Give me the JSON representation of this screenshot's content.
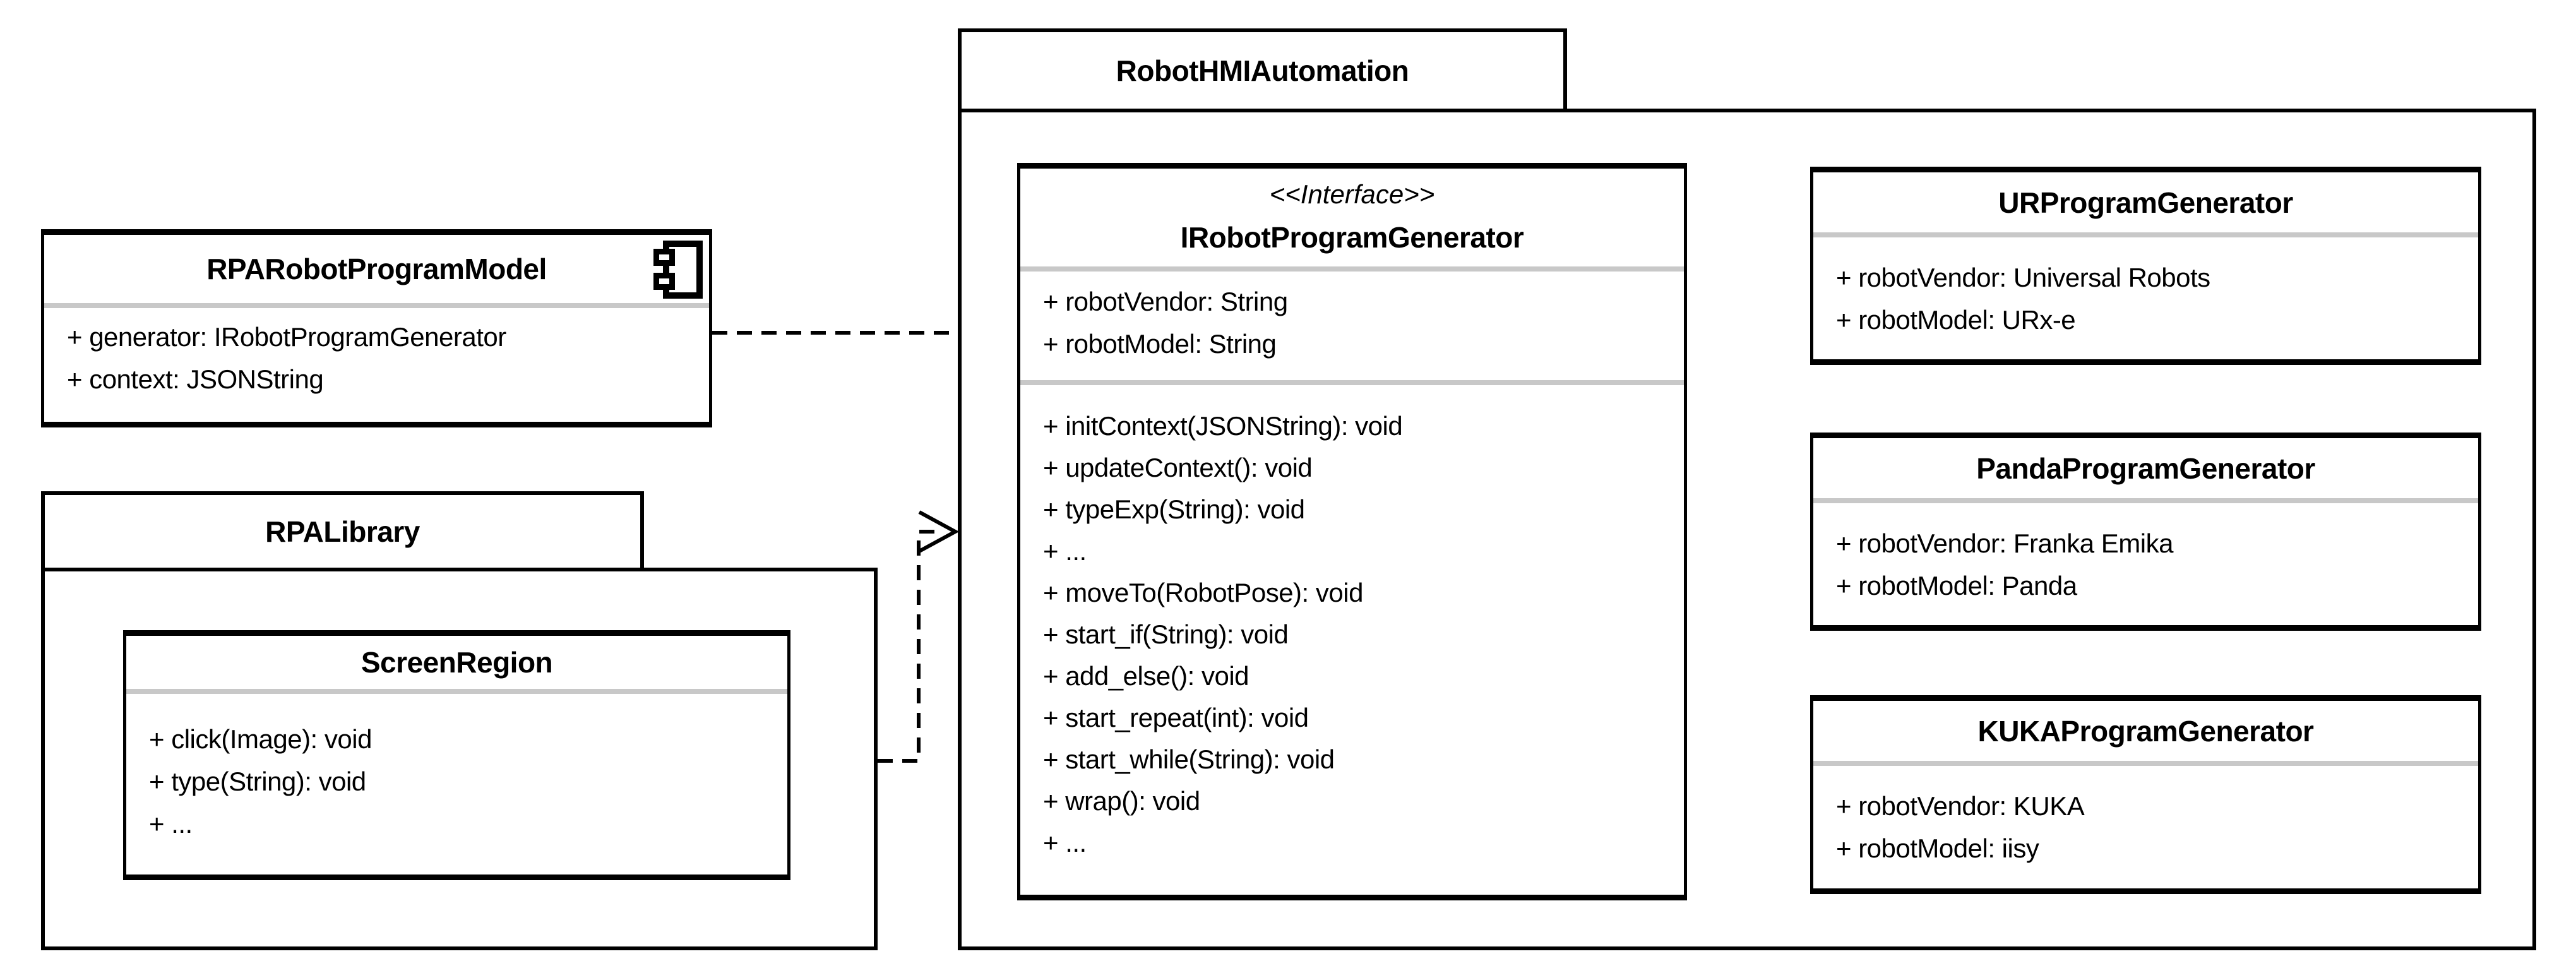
{
  "packages": {
    "robot_hmi": {
      "name": "RobotHMIAutomation"
    },
    "rpa_library": {
      "name": "RPALibrary"
    }
  },
  "classes": {
    "model": {
      "name": "RPARobotProgramModel",
      "attributes": [
        "+ generator: IRobotProgramGenerator",
        "+ context: JSONString"
      ]
    },
    "screen_region": {
      "name": "ScreenRegion",
      "methods": [
        "+ click(Image): void",
        "+ type(String): void",
        "+ ..."
      ]
    },
    "interface": {
      "stereotype": "<<Interface>>",
      "name": "IRobotProgramGenerator",
      "attributes": [
        "+ robotVendor: String",
        "+ robotModel: String"
      ],
      "methods": [
        "+ initContext(JSONString): void",
        "+ updateContext(): void",
        "+ typeExp(String): void",
        "+ ...",
        "+ moveTo(RobotPose): void",
        "+ start_if(String): void",
        "+ add_else(): void",
        "+ start_repeat(int): void",
        "+ start_while(String): void",
        "+ wrap(): void",
        "+ ..."
      ]
    },
    "ur": {
      "name": "URProgramGenerator",
      "attributes": [
        "+ robotVendor: Universal Robots",
        "+ robotModel: URx-e"
      ]
    },
    "panda": {
      "name": "PandaProgramGenerator",
      "attributes": [
        "+ robotVendor: Franka Emika",
        "+ robotModel: Panda"
      ]
    },
    "kuka": {
      "name": "KUKAProgramGenerator",
      "attributes": [
        "+ robotVendor: KUKA",
        "+ robotModel: iisy"
      ]
    }
  },
  "icons": {
    "component_icon": "uml-component"
  },
  "colors": {
    "border": "#000000",
    "separator": "#c8c8c8",
    "background": "#ffffff",
    "text": "#000000"
  }
}
